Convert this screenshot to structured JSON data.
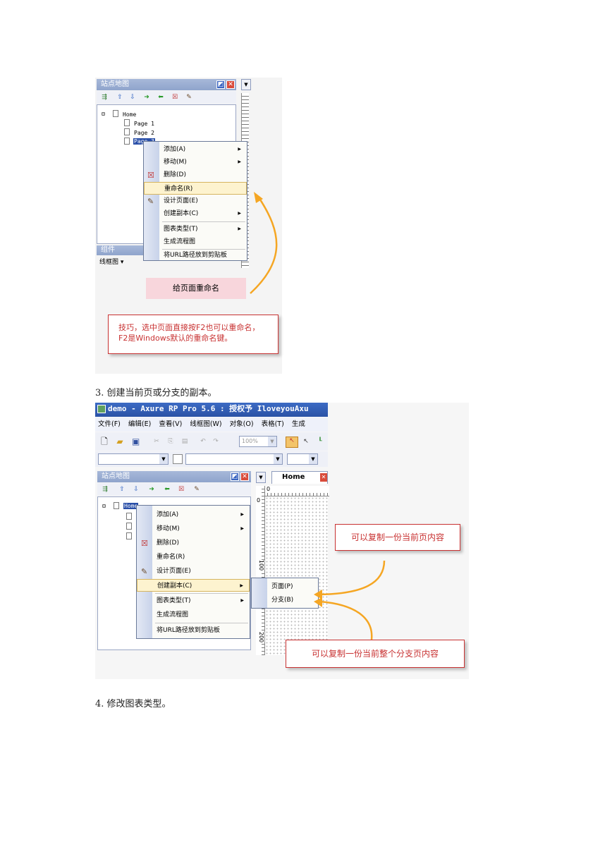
{
  "shot1": {
    "panel_title": "站点地图",
    "tree": {
      "root": "Home",
      "pages": [
        "Page 1",
        "Page 2",
        "Page 3"
      ]
    },
    "menu": [
      {
        "label": "添加(A)",
        "submenu": true
      },
      {
        "label": "移动(M)",
        "submenu": true
      },
      {
        "label": "删除(D)",
        "submenu": false
      },
      {
        "label": "重命名(R)",
        "submenu": false,
        "highlight": true
      },
      {
        "label": "设计页面(E)",
        "submenu": false
      },
      {
        "label": "创建副本(C)",
        "submenu": true
      },
      {
        "label": "图表类型(T)",
        "submenu": true
      },
      {
        "label": "生成流程图",
        "submenu": false
      },
      {
        "label": "将URL路径放到剪贴板",
        "submenu": false
      }
    ],
    "widgets_panel_title": "组件",
    "widgets_dropdown": "线框图",
    "pink_callout": "给页面重命名",
    "tip": "技巧，选中页面直接按F2也可以重命名，F2是Windows默认的重命名键。"
  },
  "caption3": "3.   创建当前页或分支的副本。",
  "shot2": {
    "window_title": "demo - Axure RP Pro 5.6 : 授权予 IloveyouAxu",
    "menubar": [
      "文件(F)",
      "编辑(E)",
      "查看(V)",
      "线框图(W)",
      "对象(O)",
      "表格(T)",
      "生成"
    ],
    "zoom": "100%",
    "panel_title": "站点地图",
    "tree_root": "Home",
    "tab_label": "Home",
    "ruler_top": [
      "0"
    ],
    "ruler_left": [
      "0",
      "100",
      "200"
    ],
    "menu": [
      {
        "label": "添加(A)",
        "submenu": true
      },
      {
        "label": "移动(M)",
        "submenu": true
      },
      {
        "label": "删除(D)",
        "submenu": false
      },
      {
        "label": "重命名(R)",
        "submenu": false
      },
      {
        "label": "设计页面(E)",
        "submenu": false
      },
      {
        "label": "创建副本(C)",
        "submenu": true,
        "highlight": true
      },
      {
        "label": "图表类型(T)",
        "submenu": true
      },
      {
        "label": "生成流程图",
        "submenu": false
      },
      {
        "label": "将URL路径放到剪贴板",
        "submenu": false
      }
    ],
    "submenu": [
      {
        "label": "页面(P)"
      },
      {
        "label": "分支(B)"
      }
    ],
    "callout_page": "可以复制一份当前页内容",
    "callout_branch": "可以复制一份当前整个分支页内容"
  },
  "caption4": "4.   修改图表类型。",
  "colors": {
    "callout_red": "#c83232",
    "arrow_orange": "#f5a623",
    "pink_bg": "#f8d6dc",
    "menu_highlight": "#fdf3cf"
  }
}
